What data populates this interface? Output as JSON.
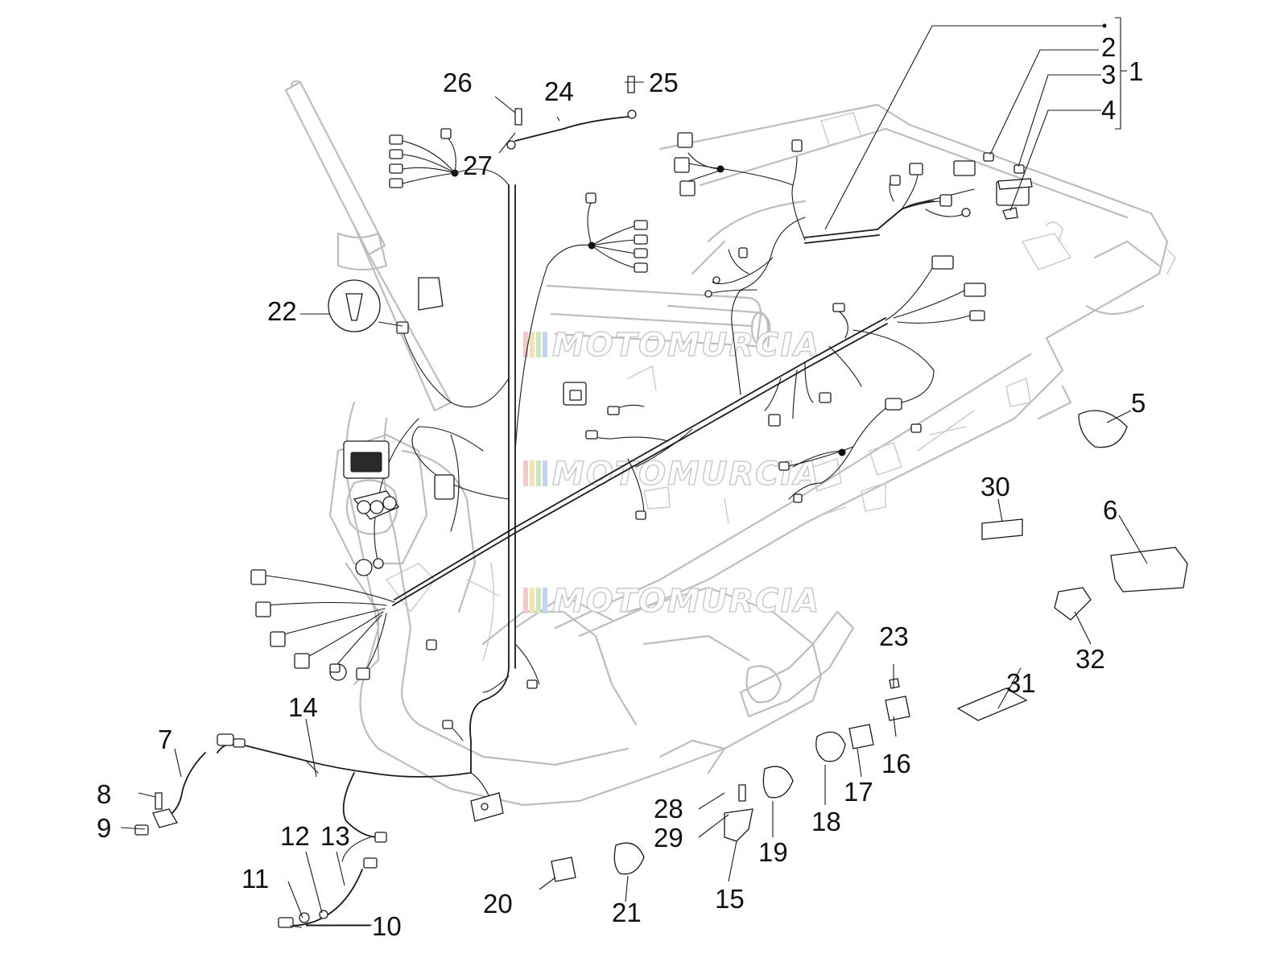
{
  "watermark": {
    "text": "MOTOMURCIA",
    "stripe_colors": [
      "#f2c8c8",
      "#f3e3b0",
      "#c8e6c0",
      "#c4d4ee"
    ]
  },
  "callouts": [
    "1",
    "2",
    "3",
    "4",
    "5",
    "6",
    "7",
    "8",
    "9",
    "10",
    "11",
    "12",
    "13",
    "14",
    "15",
    "16",
    "17",
    "18",
    "19",
    "20",
    "21",
    "22",
    "23",
    "24",
    "25",
    "26",
    "27",
    "28",
    "29",
    "30",
    "31",
    "32"
  ]
}
